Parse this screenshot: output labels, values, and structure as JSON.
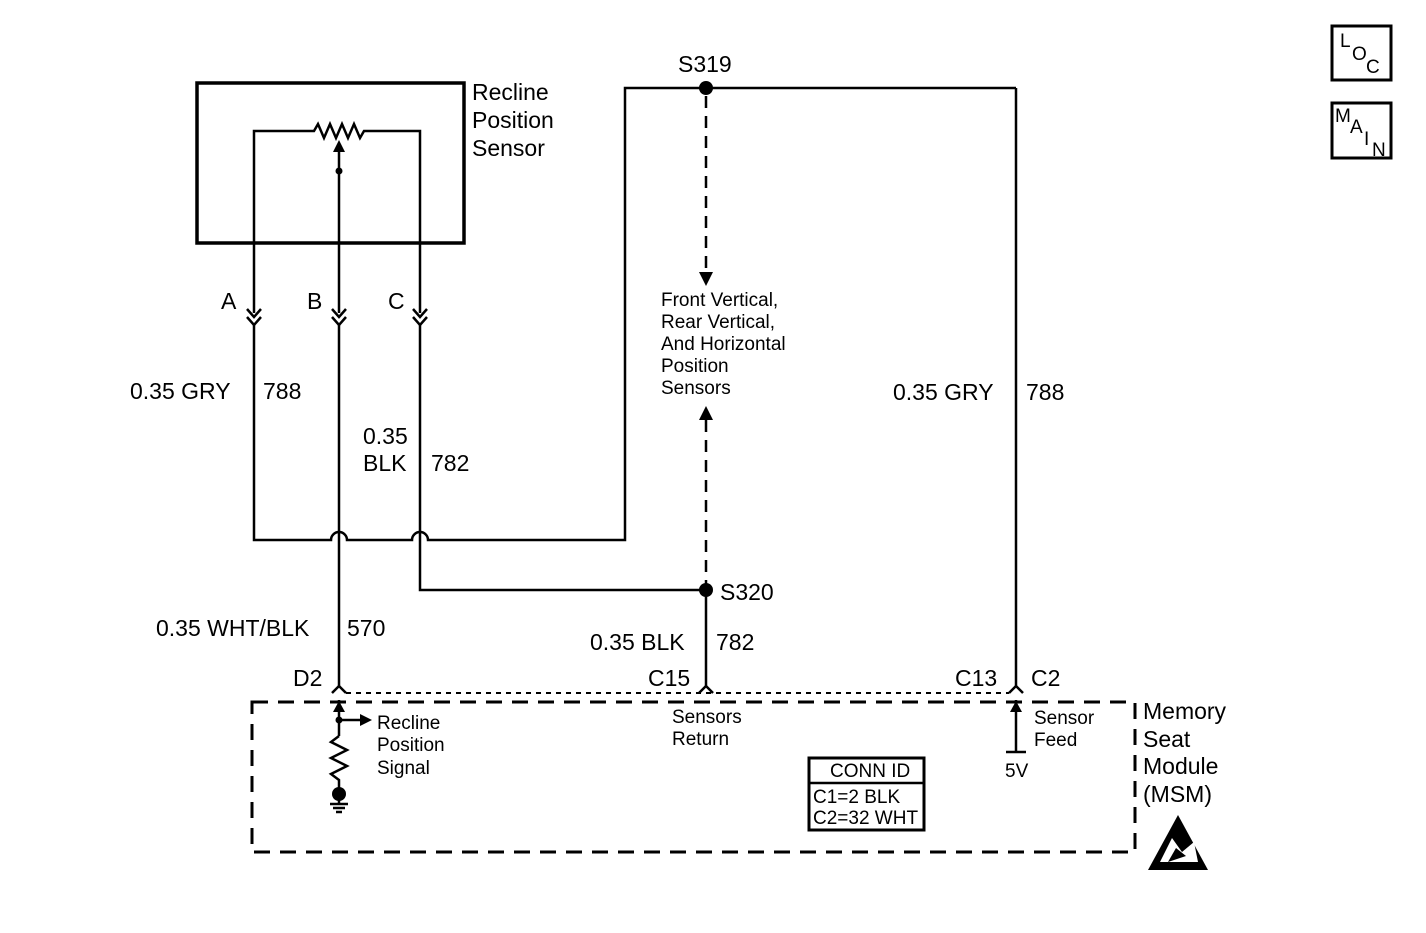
{
  "sensor": {
    "title": [
      "Recline",
      "Position",
      "Sensor"
    ],
    "pins": [
      "A",
      "B",
      "C"
    ]
  },
  "wires": {
    "left_gry": {
      "size": "0.35 GRY",
      "circuit": "788"
    },
    "left_blk": {
      "size_line1": "0.35",
      "size_line2": "BLK",
      "circuit": "782"
    },
    "right_gry": {
      "size": "0.35 GRY",
      "circuit": "788"
    },
    "wht_blk": {
      "size": "0.35 WHT/BLK",
      "circuit": "570"
    },
    "bottom_blk": {
      "size": "0.35 BLK",
      "circuit": "782"
    }
  },
  "splices": {
    "top": "S319",
    "bottom": "S320"
  },
  "note": [
    "Front Vertical,",
    "Rear Vertical,",
    "And Horizontal",
    "Position",
    "Sensors"
  ],
  "terminals": {
    "d2": "D2",
    "c15": "C15",
    "c13": "C13",
    "c2": "C2"
  },
  "module": {
    "name": [
      "Memory",
      "Seat",
      "Module",
      "(MSM)"
    ],
    "recline_signal": [
      "Recline",
      "Position",
      "Signal"
    ],
    "sensors_return": [
      "Sensors",
      "Return"
    ],
    "sensor_feed": [
      "Sensor",
      "Feed"
    ],
    "voltage": "5V"
  },
  "conn_id": {
    "header": "CONN ID",
    "rows": [
      "C1=2 BLK",
      "C2=32 WHT"
    ]
  },
  "nav": {
    "loc": {
      "l1": "L",
      "l2": "O",
      "l3": "C"
    },
    "main": {
      "l1": "M",
      "l2": "A",
      "l3": "I",
      "l4": "N"
    }
  }
}
